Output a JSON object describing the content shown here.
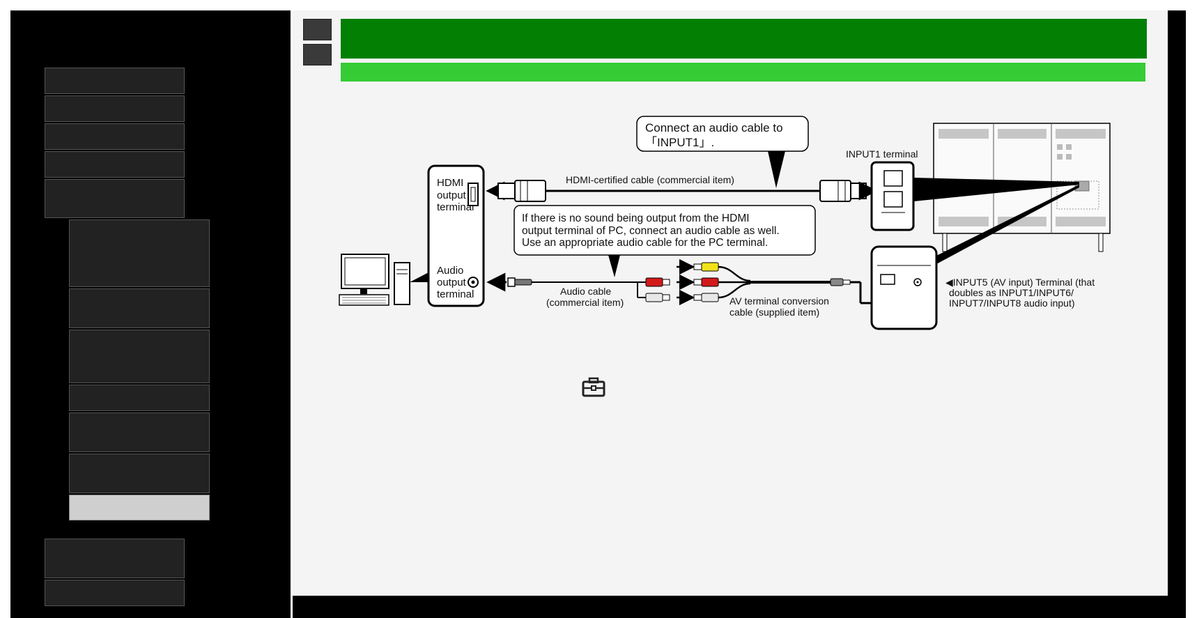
{
  "diagram": {
    "pc_hdmi_label": [
      "HDMI",
      "output",
      "terminal"
    ],
    "pc_audio_label": [
      "Audio",
      "output",
      "terminal"
    ],
    "hdmi_cable_label": "HDMI-certified cable (commercial item)",
    "callout_connect": [
      "Connect an audio cable to",
      "「INPUT1」."
    ],
    "callout_no_sound": [
      "If there is no sound being output from the HDMI",
      "output terminal of PC, connect an audio cable as well.",
      "Use an appropriate audio cable for the PC terminal."
    ],
    "input1_terminal_label": "INPUT1 terminal",
    "audio_cable_label": [
      "Audio cable",
      "(commercial item)"
    ],
    "av_conversion_label": [
      "AV terminal conversion",
      "cable (supplied item)"
    ],
    "input5_label": [
      "◀INPUT5 (AV input) Terminal (that",
      "doubles as INPUT1/INPUT6/",
      "INPUT7/INPUT8 audio input)"
    ],
    "colors": {
      "plug_yellow": "#f2e21a",
      "plug_red": "#d31a1a",
      "plug_white": "#e8e8e8"
    }
  },
  "ui": {
    "banner_dark_color": "#038003",
    "banner_light_color": "#36cc36",
    "icons": [
      "toolbox-icon",
      "pc-icon",
      "arrow-icon"
    ]
  }
}
